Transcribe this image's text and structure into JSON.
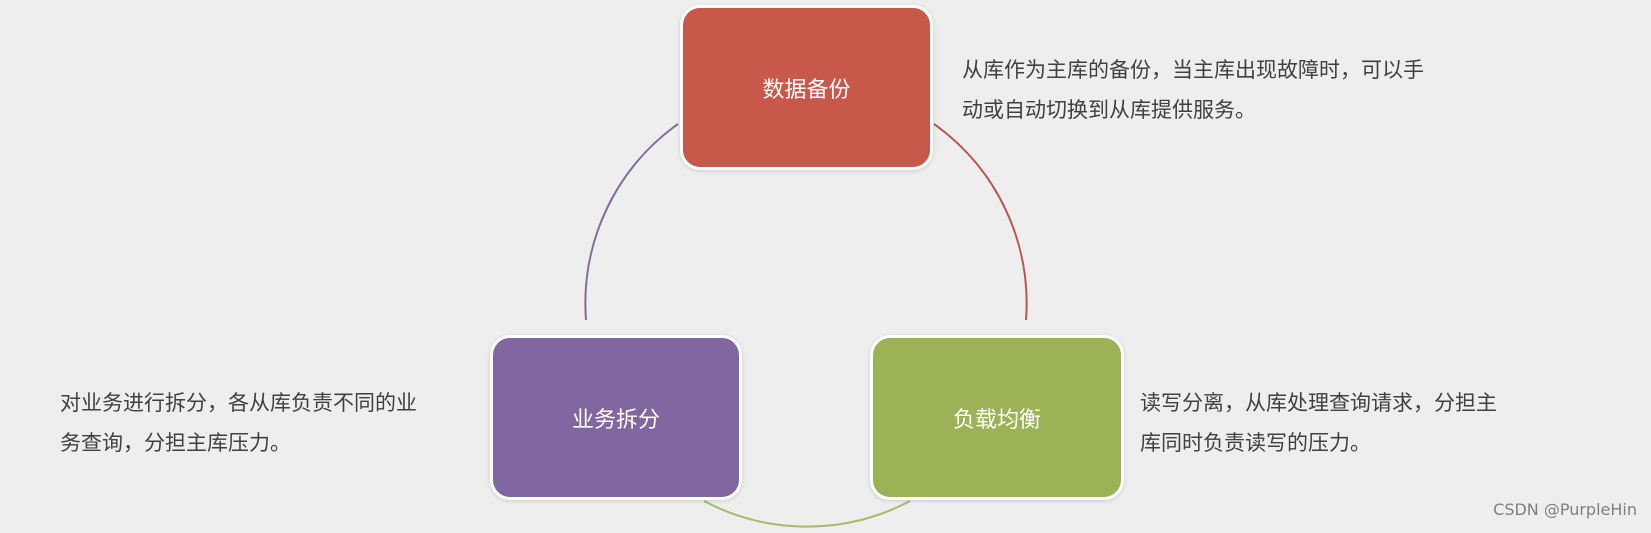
{
  "colors": {
    "backup": "#c8584a",
    "split": "#8167a0",
    "balance": "#9bb356",
    "arc_backup": "#b8564c",
    "arc_split": "#7e6c9a",
    "arc_balance": "#a5bc6a"
  },
  "nodes": {
    "backup": {
      "label": "数据备份",
      "desc_line1": "从库作为主库的备份，当主库出现故障时，可以手",
      "desc_line2": "动或自动切换到从库提供服务。"
    },
    "split": {
      "label": "业务拆分",
      "desc_line1": "对业务进行拆分，各从库负责不同的业",
      "desc_line2": "务查询，分担主库压力。"
    },
    "balance": {
      "label": "负载均衡",
      "desc_line1": "读写分离，从库处理查询请求，分担主",
      "desc_line2": "库同时负责读写的压力。"
    }
  },
  "watermark": "CSDN @PurpleHin"
}
